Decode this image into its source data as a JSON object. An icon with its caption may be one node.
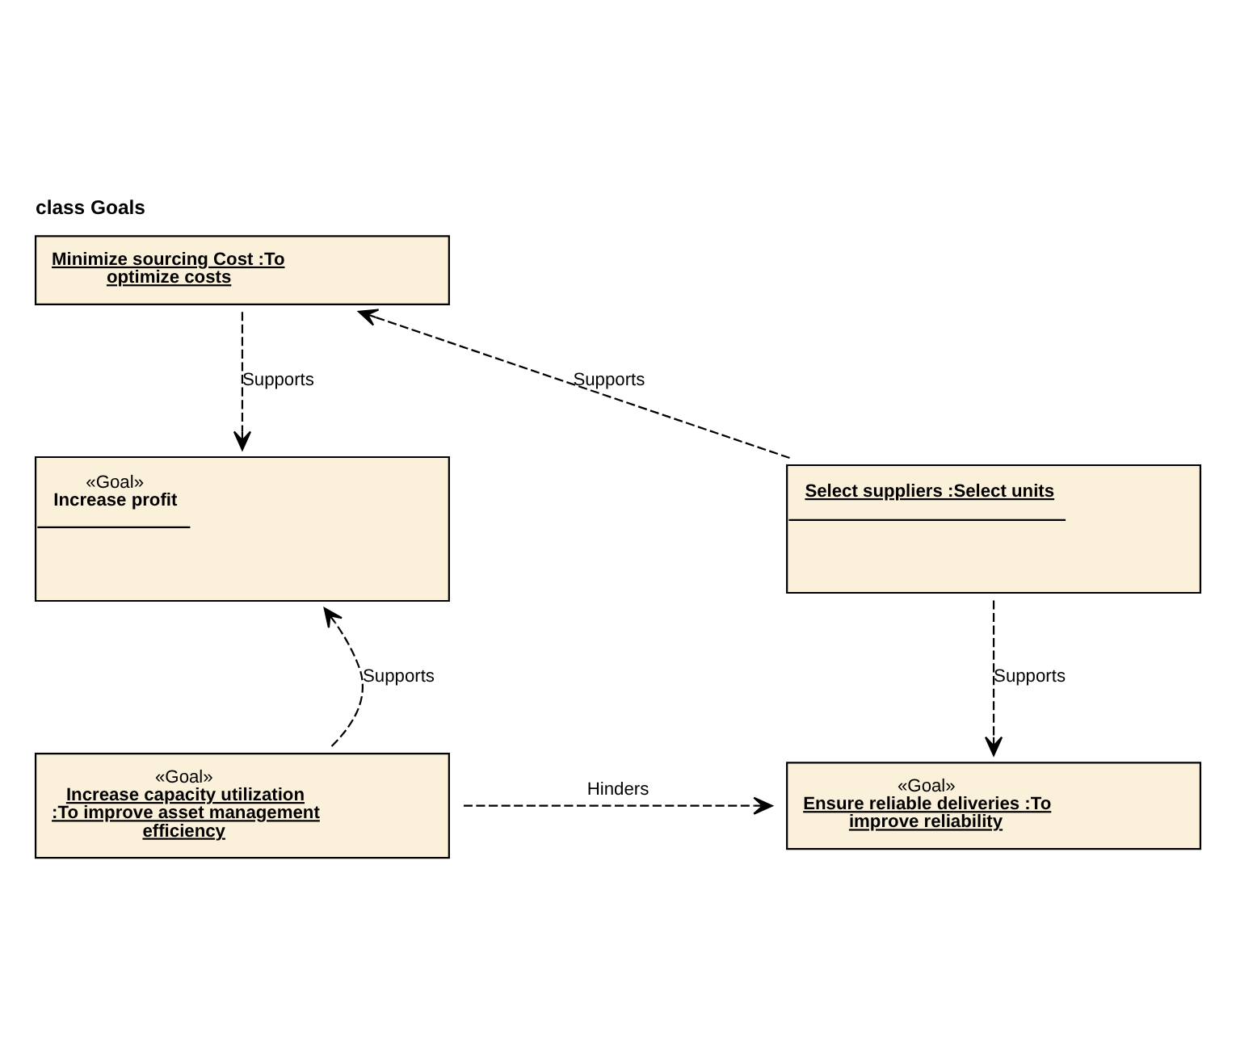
{
  "diagram": {
    "title": "class Goals",
    "nodes": [
      {
        "text": [
          "Minimize sourcing Cost :To optimize costs"
        ]
      },
      {
        "text": [
          "«Goal»",
          "Increase profit"
        ]
      },
      {
        "text": [
          "Select suppliers :Select units"
        ]
      },
      {
        "text": [
          "«Goal»",
          "Increase capacity utilization :To improve asset management efficiency"
        ]
      },
      {
        "text": [
          "«Goal»",
          "Ensure reliable deliveries :To improve reliability"
        ]
      }
    ],
    "edges": [
      {
        "from": 0,
        "to": 1,
        "arrow": "to",
        "label": "Supports",
        "style": "dashed"
      },
      {
        "from": 2,
        "to": 0,
        "arrow": "to",
        "label": "Supports",
        "style": "dashed"
      },
      {
        "from": 3,
        "to": 1,
        "arrow": "to",
        "label": "Supports",
        "style": "dashed"
      },
      {
        "from": 2,
        "to": 4,
        "arrow": "to",
        "label": "Supports",
        "style": "dashed"
      },
      {
        "from": 3,
        "to": 4,
        "arrow": "to",
        "label": "Hinders",
        "style": "dashed"
      }
    ]
  }
}
